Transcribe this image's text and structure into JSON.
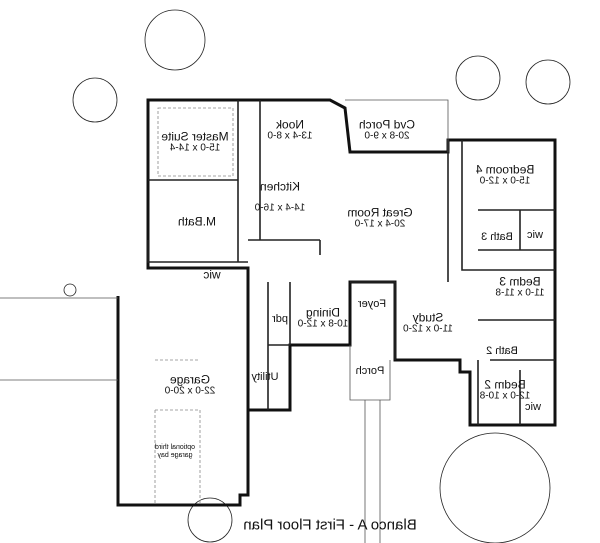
{
  "title": "Blanco A - First Floor Plan",
  "rooms": {
    "master_suite": {
      "name": "Master Suite",
      "dims": "15-0 x 14-4"
    },
    "nook": {
      "name": "Nook",
      "dims": "13-4 x 8-0"
    },
    "cvd_porch": {
      "name": "Cvd Porch",
      "dims": "20-8 x 9-0"
    },
    "kitchen": {
      "name": "Kitchen",
      "dims": "14-4 x 16-0"
    },
    "great_room": {
      "name": "Great Room",
      "dims": "20-4 x 17-0"
    },
    "bedroom4": {
      "name": "Bedroom 4",
      "dims": "15-0 x 12-0"
    },
    "bath3": {
      "name": "Bath 3"
    },
    "wic_right": {
      "name": "wic"
    },
    "mbath": {
      "name": "M.Bath"
    },
    "wic_master": {
      "name": "wic"
    },
    "bedm3": {
      "name": "Bedm 3",
      "dims": "11-0 x 11-8"
    },
    "pdr": {
      "name": "pdr"
    },
    "dining": {
      "name": "Dining",
      "dims": "10-8 x 12-0"
    },
    "foyer": {
      "name": "Foyer"
    },
    "study": {
      "name": "Study",
      "dims": "11-0 x 12-0"
    },
    "bath2": {
      "name": "Bath 2"
    },
    "utility": {
      "name": "Utility"
    },
    "porch": {
      "name": "Porch"
    },
    "bedm2": {
      "name": "Bedm 2",
      "dims": "12-0 x 10-8"
    },
    "wic_bedm2": {
      "name": "wic"
    },
    "garage": {
      "name": "Garage",
      "dims": "22-0 x 20-0"
    },
    "garage_note": "optional third garage bay"
  }
}
